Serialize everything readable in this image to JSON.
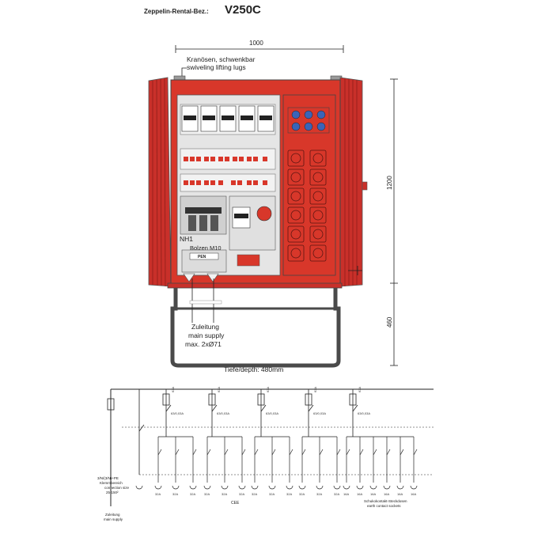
{
  "header": {
    "label": "Zeppelin-Rental-Bez.:",
    "model": "V250C"
  },
  "dimensions": {
    "width": "1000",
    "height": "1200",
    "leg_height": "460",
    "depth": "Tiefe/depth: 480mm"
  },
  "callouts": {
    "lugs_de": "Kranösen, schwenkbar",
    "lugs_en": "swiveling lifting lugs",
    "nh1": "NH1",
    "bolt": "Bolzen M10",
    "pen": "PEN",
    "supply_de": "Zuleitung",
    "supply_en": "main supply",
    "supply_max": "max. 2xØ71"
  },
  "schematic": {
    "breaker_ratings": [
      "63A",
      "63A",
      "63A",
      "63A",
      "63A"
    ],
    "rcd_ratings": [
      "63/0,03A",
      "63/0,03A",
      "63/0,03A",
      "63/0,03A",
      "63/0,03A"
    ],
    "cee_ratings": [
      "32A",
      "32A",
      "32A",
      "32A",
      "32A",
      "32A",
      "32A",
      "32A",
      "32A",
      "32A",
      "32A",
      "32A"
    ],
    "schuko_ratings": [
      "16A",
      "16A",
      "16A",
      "16A",
      "16A",
      "16A"
    ],
    "cee_label": "CEE",
    "schuko_de": "Schukokontakt-Steckdosen",
    "schuko_en": "earth contact sockets",
    "connection_de": "3/N/(3/N)+PE",
    "connection_en": "Klemmbereich",
    "connection_size": "connection size",
    "connection_mm": "25-150²",
    "feed_de": "Zuleitung",
    "feed_en": "main supply"
  },
  "colors": {
    "cabinet_red": "#d8372a",
    "door_red": "#c9302a",
    "panel_grey": "#d9d9d9",
    "socket_blue": "#3a64b8",
    "frame_dark": "#4a4a4a"
  }
}
